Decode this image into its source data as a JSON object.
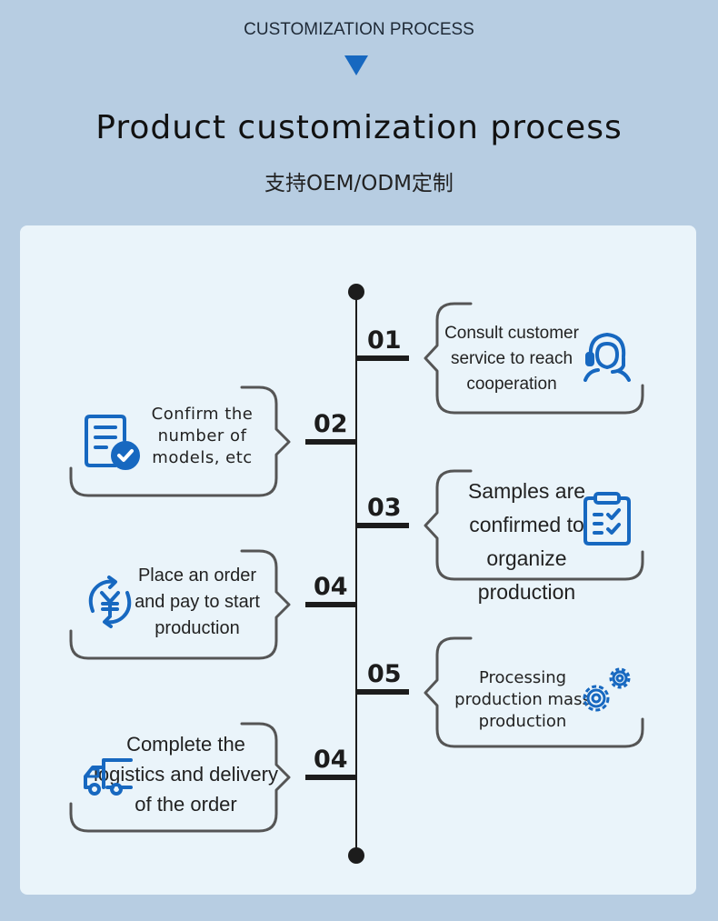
{
  "header": {
    "kicker": "CUSTOMIZATION PROCESS",
    "title": "Product customization process",
    "subtitle": "支持OEM/ODM定制"
  },
  "steps": [
    {
      "num": "01",
      "text": "Consult customer service to reach cooperation",
      "icon": "customer-service-headset-icon"
    },
    {
      "num": "02",
      "text": "Confirm the number of models, etc",
      "icon": "document-check-icon"
    },
    {
      "num": "03",
      "text": "Samples are confirmed to organize production",
      "icon": "clipboard-checklist-icon"
    },
    {
      "num": "04",
      "text": "Place an order and pay to start production",
      "icon": "yuan-payment-icon"
    },
    {
      "num": "05",
      "text": "Processing production mass production",
      "icon": "gears-icon"
    },
    {
      "num": "04",
      "text": "Complete the logistics and delivery of the order",
      "icon": "delivery-truck-icon"
    }
  ],
  "colors": {
    "background": "#b7cde2",
    "panel": "#eaf4fa",
    "accent": "#1768c0",
    "line": "#1c1c1c"
  }
}
